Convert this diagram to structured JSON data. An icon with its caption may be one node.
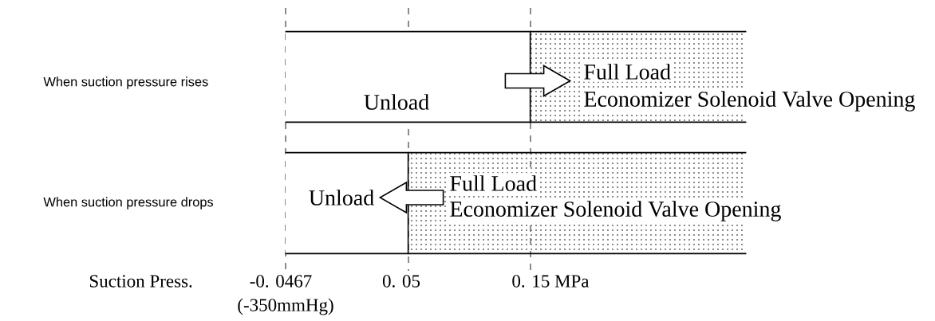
{
  "diagram": {
    "nodes": [
      {
        "text": [
          "Unload"
        ]
      },
      {
        "text": [
          "Full Load",
          "Economizer Solenoid Valve Opening"
        ]
      },
      {
        "text": [
          "Unload"
        ]
      },
      {
        "text": [
          "Full Load",
          "Economizer Solenoid Valve Opening"
        ]
      }
    ],
    "edges": [
      {
        "from": 0,
        "to": 1,
        "arrow": "to"
      },
      {
        "from": 3,
        "to": 2,
        "arrow": "to"
      }
    ],
    "labels": [
      "When suction pressure rises",
      "When suction pressure drops",
      "Suction Press.",
      "-0. 0467",
      "0. 05",
      "0. 15 MPa",
      "(-350mmHg)"
    ]
  }
}
